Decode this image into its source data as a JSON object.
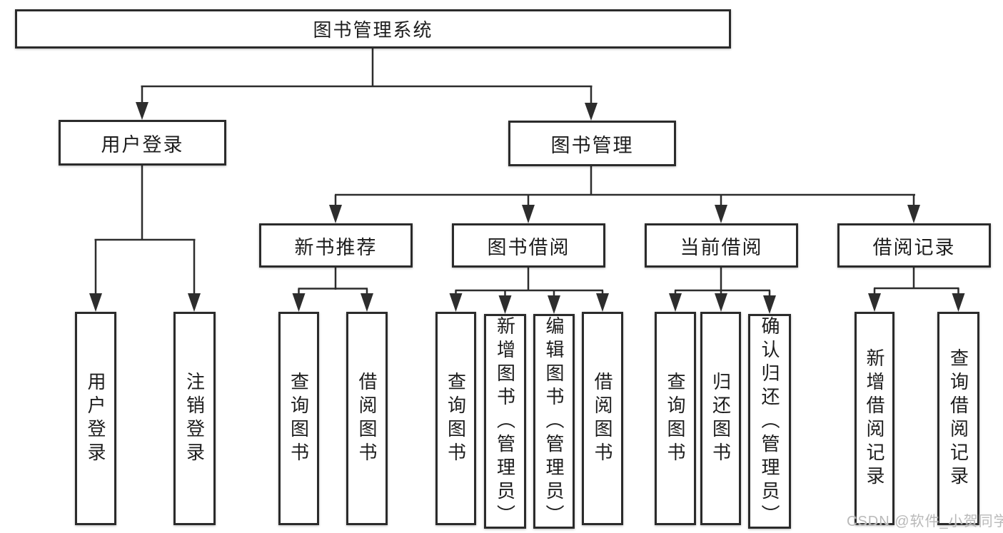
{
  "tree": {
    "label": "图书管理系统",
    "children": [
      {
        "label": "用户登录",
        "children": [
          {
            "label": "用户登录"
          },
          {
            "label": "注销登录"
          }
        ]
      },
      {
        "label": "图书管理",
        "children": [
          {
            "label": "新书推荐",
            "children": [
              {
                "label": "查询图书"
              },
              {
                "label": "借阅图书"
              }
            ]
          },
          {
            "label": "图书借阅",
            "children": [
              {
                "label": "查询图书"
              },
              {
                "label": "新增图书（管理员）"
              },
              {
                "label": "编辑图书（管理员）"
              },
              {
                "label": "借阅图书"
              }
            ]
          },
          {
            "label": "当前借阅",
            "children": [
              {
                "label": "查询图书"
              },
              {
                "label": "归还图书"
              },
              {
                "label": "确认归还（管理员）"
              }
            ]
          },
          {
            "label": "借阅记录",
            "children": [
              {
                "label": "新增借阅记录"
              },
              {
                "label": "查询借阅记录"
              }
            ]
          }
        ]
      }
    ]
  },
  "watermark": "CSDN @软件_小贺同学",
  "colors": {
    "line": "#2d2d2d",
    "border": "#2b2b2b",
    "text": "#1d1d1d",
    "watermark": "#b9b9b9",
    "background": "#ffffff"
  }
}
